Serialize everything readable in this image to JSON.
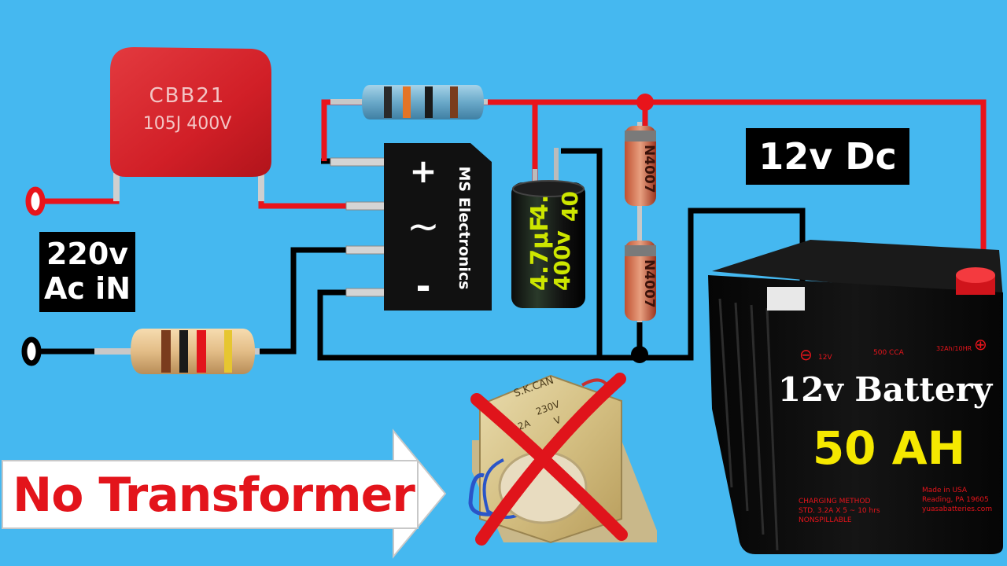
{
  "capacitor": {
    "line1": "CBB21",
    "line2": "105J 400V"
  },
  "bridge": {
    "brand": "MS Electronics",
    "plus": "+",
    "ac": "~",
    "minus": "-"
  },
  "electrolytic": {
    "value": "4.7μF",
    "voltage": "400v",
    "partial_top": "4.",
    "partial_bottom": "40"
  },
  "diode_marking": "N4007",
  "labels": {
    "ac_line1": "220v",
    "ac_line2": "Ac iN",
    "dc": "12v Dc"
  },
  "battery": {
    "title": "12v Battery",
    "capacity": "50 AH",
    "spec_voltage": "12V",
    "spec_cca": "500 CCA",
    "spec_ah": "32Ah/10HR",
    "charging_line1": "CHARGING METHOD",
    "charging_line2": "STD. 3.2A X 5 ~ 10 hrs",
    "charging_line3": "NONSPILLABLE",
    "made_line1": "Made in USA",
    "made_line2": "Reading, PA 19605",
    "made_line3": "yuasabatteries.com"
  },
  "transformer": {
    "brand": "S.K.CAN",
    "voltage": "230V",
    "current": "2A",
    "partial": "V"
  },
  "banner": {
    "text": "No Transformer"
  },
  "colors": {
    "background": "#45b8f0",
    "wire_red": "#e8141b",
    "wire_black": "#000000",
    "capacitor_red": "#d8232a",
    "battery_yellow": "#f5e800",
    "banner_red": "#e3141b",
    "cross_red": "#e0141b"
  }
}
